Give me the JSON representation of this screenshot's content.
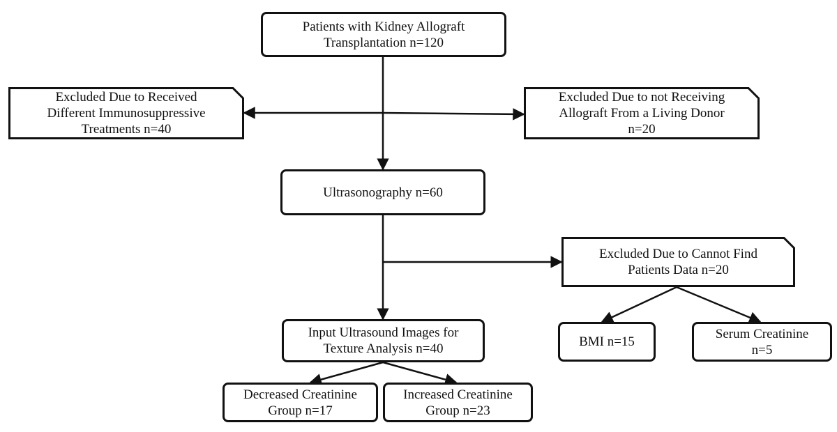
{
  "nodes": {
    "patients": {
      "lines": [
        "Patients with Kidney Allograft",
        "Transplantation n=120"
      ]
    },
    "excluded_treatments": {
      "lines": [
        "Excluded Due to Received",
        "Different Immunosuppressive",
        "Treatments n=40"
      ]
    },
    "excluded_donor": {
      "lines": [
        "Excluded Due to not Receiving",
        "Allograft From a Living Donor",
        "n=20"
      ]
    },
    "ultrasonography": {
      "lines": [
        "Ultrasonography n=60"
      ]
    },
    "excluded_data": {
      "lines": [
        "Excluded Due to Cannot Find",
        "Patients Data n=20"
      ]
    },
    "input_images": {
      "lines": [
        "Input Ultrasound Images for",
        "Texture Analysis  n=40"
      ]
    },
    "bmi": {
      "lines": [
        "BMI n=15"
      ]
    },
    "serum_creatinine": {
      "lines": [
        "Serum Creatinine",
        "n=5"
      ]
    },
    "decreased": {
      "lines": [
        "Decreased Creatinine",
        "Group n=17"
      ]
    },
    "increased": {
      "lines": [
        "Increased Creatinine",
        "Group n=23"
      ]
    }
  }
}
